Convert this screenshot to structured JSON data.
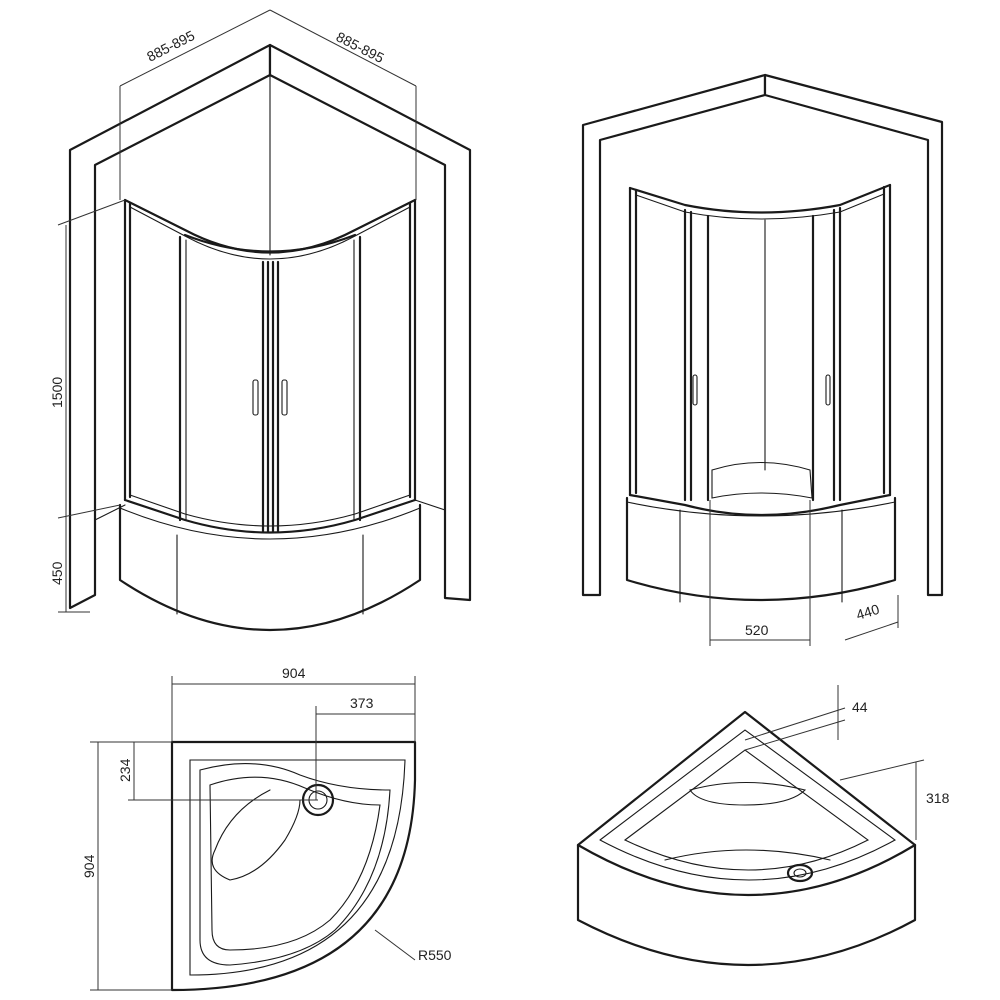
{
  "dimensions": {
    "front_width_left": "885-895",
    "front_width_right": "885-895",
    "cabin_height": "1500",
    "tray_height": "450",
    "door_opening": "520",
    "side_panel": "440",
    "tray_width": "904",
    "tray_depth": "904",
    "drain_offset_x": "373",
    "drain_offset_y": "234",
    "radius": "R550",
    "rim_height": "44",
    "tray_depth_inner": "318"
  }
}
